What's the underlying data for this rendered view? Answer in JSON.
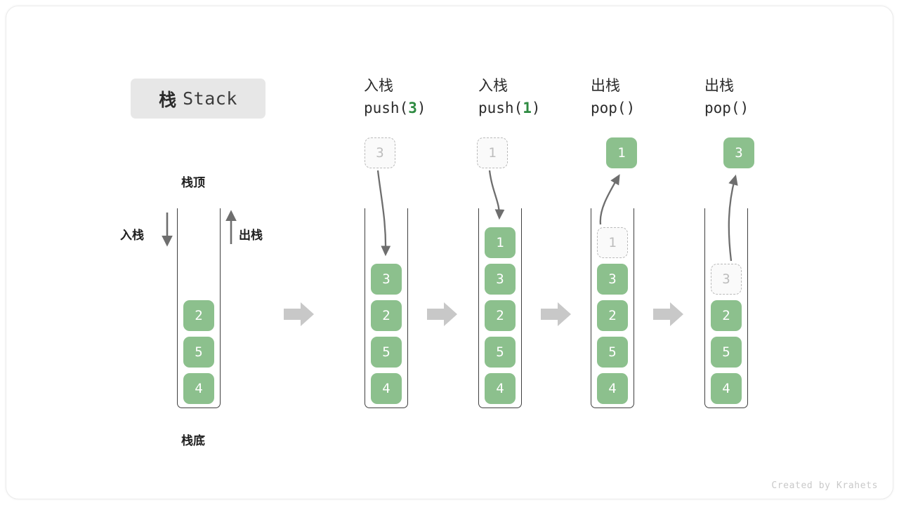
{
  "title": {
    "cn": "栈",
    "en": "Stack"
  },
  "labels": {
    "top": "栈顶",
    "bottom": "栈底",
    "push_side": "入栈",
    "pop_side": "出栈"
  },
  "colors": {
    "cell_fill": "#8cc08d",
    "cell_text": "#ffffff",
    "ghost_border": "#bbbbbb",
    "ghost_text": "#bdbdbd",
    "accent_green": "#2e8a41",
    "arrow_gray": "#6e6e6e",
    "block_arrow": "#c8c8c8",
    "badge_bg": "#e7e7e7"
  },
  "initial_stack": {
    "name": "initial",
    "cells_bottom_to_top": [
      "4",
      "5",
      "2"
    ]
  },
  "steps": [
    {
      "id": "push-3",
      "title_cn": "入栈",
      "code_prefix": "push(",
      "code_arg": "3",
      "code_suffix": ")",
      "operation": "push",
      "floating_cell": {
        "value": "3",
        "style": "ghost"
      },
      "arrow_direction": "down",
      "cells_bottom_to_top": [
        {
          "value": "4",
          "style": "filled"
        },
        {
          "value": "5",
          "style": "filled"
        },
        {
          "value": "2",
          "style": "filled"
        },
        {
          "value": "3",
          "style": "filled"
        }
      ]
    },
    {
      "id": "push-1",
      "title_cn": "入栈",
      "code_prefix": "push(",
      "code_arg": "1",
      "code_suffix": ")",
      "operation": "push",
      "floating_cell": {
        "value": "1",
        "style": "ghost"
      },
      "arrow_direction": "down",
      "cells_bottom_to_top": [
        {
          "value": "4",
          "style": "filled"
        },
        {
          "value": "5",
          "style": "filled"
        },
        {
          "value": "2",
          "style": "filled"
        },
        {
          "value": "3",
          "style": "filled"
        },
        {
          "value": "1",
          "style": "filled"
        }
      ]
    },
    {
      "id": "pop-1",
      "title_cn": "出栈",
      "code_prefix": "pop(",
      "code_arg": "",
      "code_suffix": ")",
      "operation": "pop",
      "floating_cell": {
        "value": "1",
        "style": "filled"
      },
      "arrow_direction": "up",
      "cells_bottom_to_top": [
        {
          "value": "4",
          "style": "filled"
        },
        {
          "value": "5",
          "style": "filled"
        },
        {
          "value": "2",
          "style": "filled"
        },
        {
          "value": "3",
          "style": "filled"
        },
        {
          "value": "1",
          "style": "ghost"
        }
      ]
    },
    {
      "id": "pop-3",
      "title_cn": "出栈",
      "code_prefix": "pop(",
      "code_arg": "",
      "code_suffix": ")",
      "operation": "pop",
      "floating_cell": {
        "value": "3",
        "style": "filled"
      },
      "arrow_direction": "up",
      "cells_bottom_to_top": [
        {
          "value": "4",
          "style": "filled"
        },
        {
          "value": "5",
          "style": "filled"
        },
        {
          "value": "2",
          "style": "filled"
        },
        {
          "value": "3",
          "style": "ghost"
        }
      ]
    }
  ],
  "footer": "Created by Krahets"
}
